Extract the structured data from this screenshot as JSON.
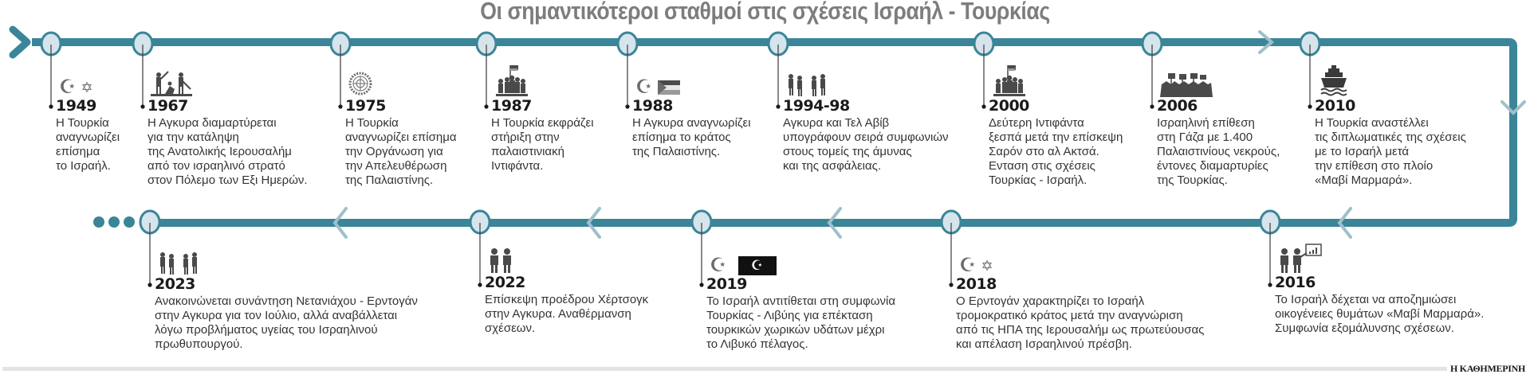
{
  "title": "Οι σημαντικότεροι σταθμοί στις σχέσεις Ισραήλ - Τουρκίας",
  "brand": "Η ΚΑΘΗΜΕΡΙΝΗ",
  "colors": {
    "track": "#3a8598",
    "node_fill": "#d6e4ec",
    "arrow_light": "#9fbfcb",
    "title": "#7d7d7d",
    "icon": "#4a4a4a"
  },
  "events": [
    {
      "year": "1949",
      "icon": "turkey-israel-symbols-icon",
      "description": "Η Τουρκία\nαναγνωρίζει\nεπίσημα\nτο Ισραήλ."
    },
    {
      "year": "1967",
      "icon": "war-soldiers-icon",
      "description": "Η Αγκυρα διαμαρτύρεται\nγια την κατάληψη\nτης Ανατολικής Ιερουσαλήμ\nαπό τον ισραηλινό στρατό\nστον Πόλεμο των Εξι Ημερών."
    },
    {
      "year": "1975",
      "icon": "un-emblem-icon",
      "description": "Η Τουρκία\nαναγνωρίζει επίσημα\nτην Οργάνωση για\nτην Απελευθέρωση\nτης Παλαιστίνης."
    },
    {
      "year": "1987",
      "icon": "uprising-crowd-flag-icon",
      "description": "Η Τουρκία εκφράζει\nστήριξη στην\nπαλαιστινιακή\nΙντιφάντα."
    },
    {
      "year": "1988",
      "icon": "turkey-palestine-flags-icon",
      "description": "Η Αγκυρα αναγνωρίζει\nεπίσημα το κράτος\nτης Παλαιστίνης."
    },
    {
      "year": "1994-98",
      "icon": "businessmen-agreement-icon",
      "description": "Αγκυρα και Τελ Αβίβ\nυπογράφουν σειρά συμφωνιών\nστους τομείς της άμυνας\nκαι της ασφάλειας."
    },
    {
      "year": "2000",
      "icon": "uprising-crowd-flag-icon",
      "description": "Δεύτερη Ιντιφάντα\nξεσπά μετά την επίσκεψη\nΣαρόν στο αλ Ακτσά.\nΕνταση στις σχέσεις\nΤουρκίας - Ισραήλ."
    },
    {
      "year": "2006",
      "icon": "protest-crowd-icon",
      "description": "Ισραηλινή επίθεση\nστη Γάζα με 1.400\nΠαλαιστινίους νεκρούς,\nέντονες διαμαρτυρίες\nτης Τουρκίας."
    },
    {
      "year": "2010",
      "icon": "ship-icon",
      "description": "Η Τουρκία αναστέλλει\nτις διπλωματικές της σχέσεις\nμε το Ισραήλ μετά\nτην επίθεση στο πλοίο\n«Μαβί Μαρμαρά»."
    },
    {
      "year": "2016",
      "icon": "presentation-meeting-icon",
      "description": "Το Ισραήλ δέχεται να αποζημιώσει\nοικογένειες θυμάτων «Μαβί Μαρμαρά».\nΣυμφωνία εξομάλυνσης σχέσεων."
    },
    {
      "year": "2018",
      "icon": "turkey-israel-symbols-icon",
      "description": "Ο Ερντογάν χαρακτηρίζει το Ισραήλ\nτρομοκρατικό κράτος μετά την αναγνώριση\nαπό τις ΗΠΑ της Ιερουσαλήμ ως πρωτεύουσας\nκαι απέλαση Ισραηλινού πρέσβη."
    },
    {
      "year": "2019",
      "icon": "turkey-libya-flags-icon",
      "description": "Το Ισραήλ αντιτίθεται στη συμφωνία\nΤουρκίας - Λιβύης για επέκταση\nτουρκικών χωρικών υδάτων μέχρι\nτο Λιβυκό πέλαγος."
    },
    {
      "year": "2022",
      "icon": "two-people-meeting-icon",
      "description": "Επίσκεψη προέδρου Χέρτσογκ\nστην Αγκυρα. Αναθέρμανση\nσχέσεων."
    },
    {
      "year": "2023",
      "icon": "businessmen-agreement-icon",
      "description": "Ανακοινώνεται συνάντηση Νετανιάχου - Ερντογάν\nστην Αγκυρα για τον Ιούλιο, αλλά αναβάλλεται\nλόγω προβλήματος υγείας του Ισραηλινού\nπρωθυπουργού."
    }
  ]
}
